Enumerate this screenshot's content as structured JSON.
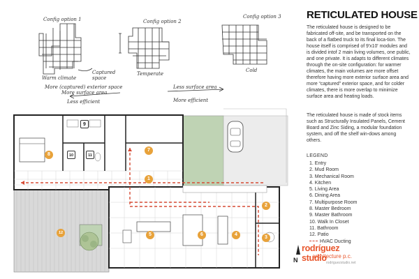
{
  "title": "RETICULATED HOUSE",
  "description": "The reticulated house is designed to be fabricated off-site, and be transported on the back of a flatbed truck to its final loca-tion. The house itself is comprised of 9'x10' modules and is divided intof 2 main living volumes, one public, and one private. It is adapts to different climates through the on-site configuration: for warmer climates, the main volumes are more offset therefore having more exterior surface area and more “captured” exterior space, and for colder climates, there is more overlap to minimize surface area and heating loads.",
  "materials": "The reticulated house is made of stock items such as Structurally Insulated Panels, Cement Board and Zinc Siding, a modular foundation system, and off the shelf win-dows among others.",
  "legend": {
    "heading": "LEGEND",
    "items": [
      "1. Entry",
      "2. Mud Room",
      "3. Mechanical Room",
      "4. Kitchen",
      "5. Living Area",
      "6. Dining Area",
      "7. Multipurpose Room",
      "8. Master Bedroom",
      "9. Master Bathroom",
      "10. Walk In Closet",
      "11. Bathroom",
      "12. Patio"
    ],
    "hvac": "HVAC Ducting"
  },
  "sketches": {
    "option1": "Config option 1",
    "option2": "Config option 2",
    "option3": "Config option 3",
    "warm": "Warm climate",
    "temperate": "Temperate",
    "cold": "Cold",
    "captured": "Captured space",
    "more_ext": "More (captured) exterior space",
    "more_surface": "More surface area",
    "less_surface": "Less surface area",
    "less_eff": "Less efficient",
    "more_eff": "More efficient"
  },
  "plan_numbers": [
    "1",
    "2",
    "3",
    "4",
    "5",
    "6",
    "7",
    "8",
    "9",
    "10",
    "11",
    "12"
  ],
  "firm": {
    "name": "rodríguez studio",
    "sub": "architecture p.c.",
    "url": "rodriguezstudio.net"
  },
  "north": "N",
  "colors": {
    "accent": "#e8562c",
    "hvac": "#d64a33",
    "marker": "#e8a23a",
    "grass": "#bfd3b4",
    "deck": "#d9d9d9",
    "wall": "#222222"
  }
}
